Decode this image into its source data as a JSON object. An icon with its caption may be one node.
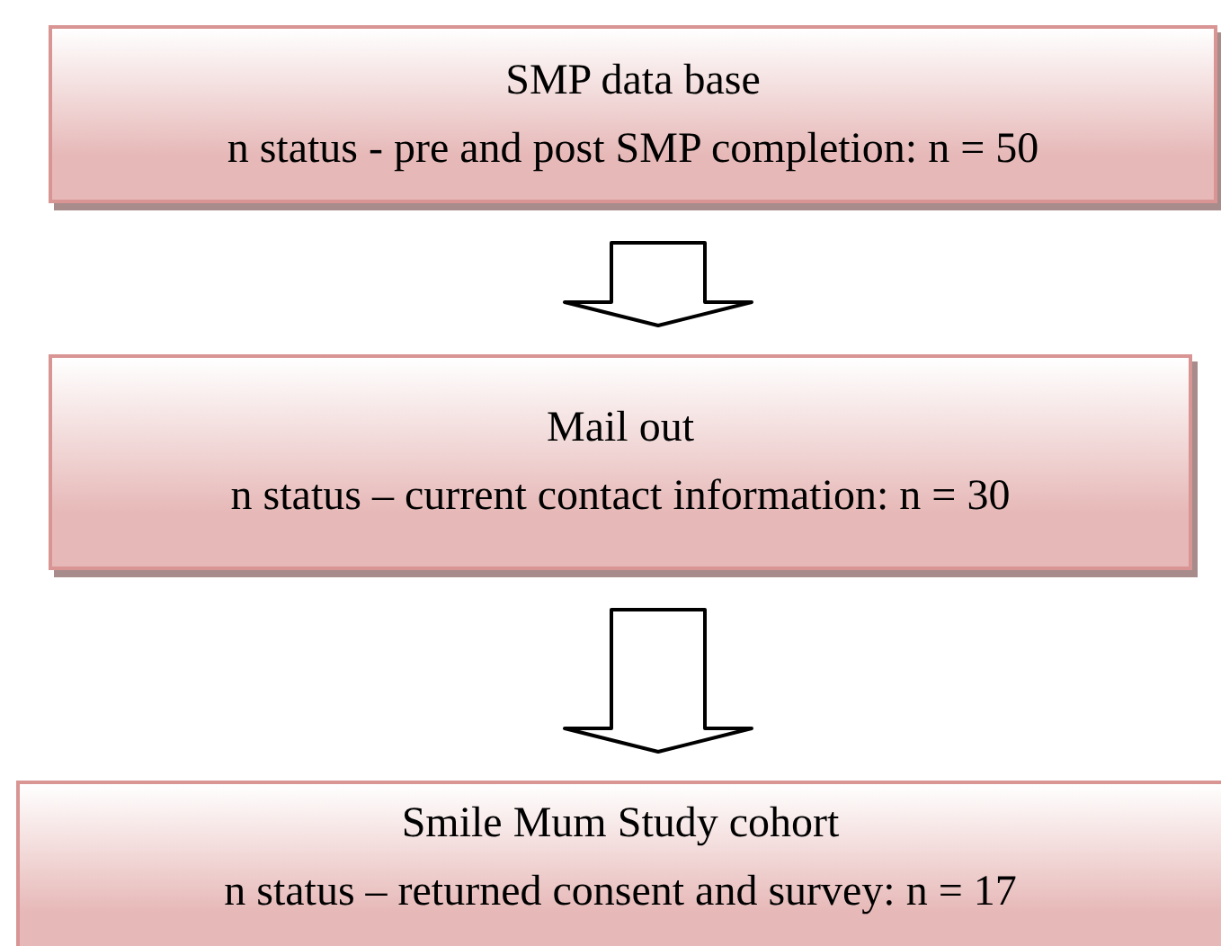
{
  "diagram": {
    "nodes": [
      {
        "text": [
          "SMP data base",
          "n status - pre and post SMP completion: n = 50"
        ]
      },
      {
        "text": [
          "Mail out",
          "n status – current contact information: n = 30"
        ]
      },
      {
        "text": [
          "Smile Mum Study cohort",
          "n status – returned consent and survey: n = 17"
        ]
      }
    ],
    "edges": [
      {
        "from": 0,
        "to": 1,
        "arrow": "to"
      },
      {
        "from": 1,
        "to": 2,
        "arrow": "to"
      }
    ]
  }
}
